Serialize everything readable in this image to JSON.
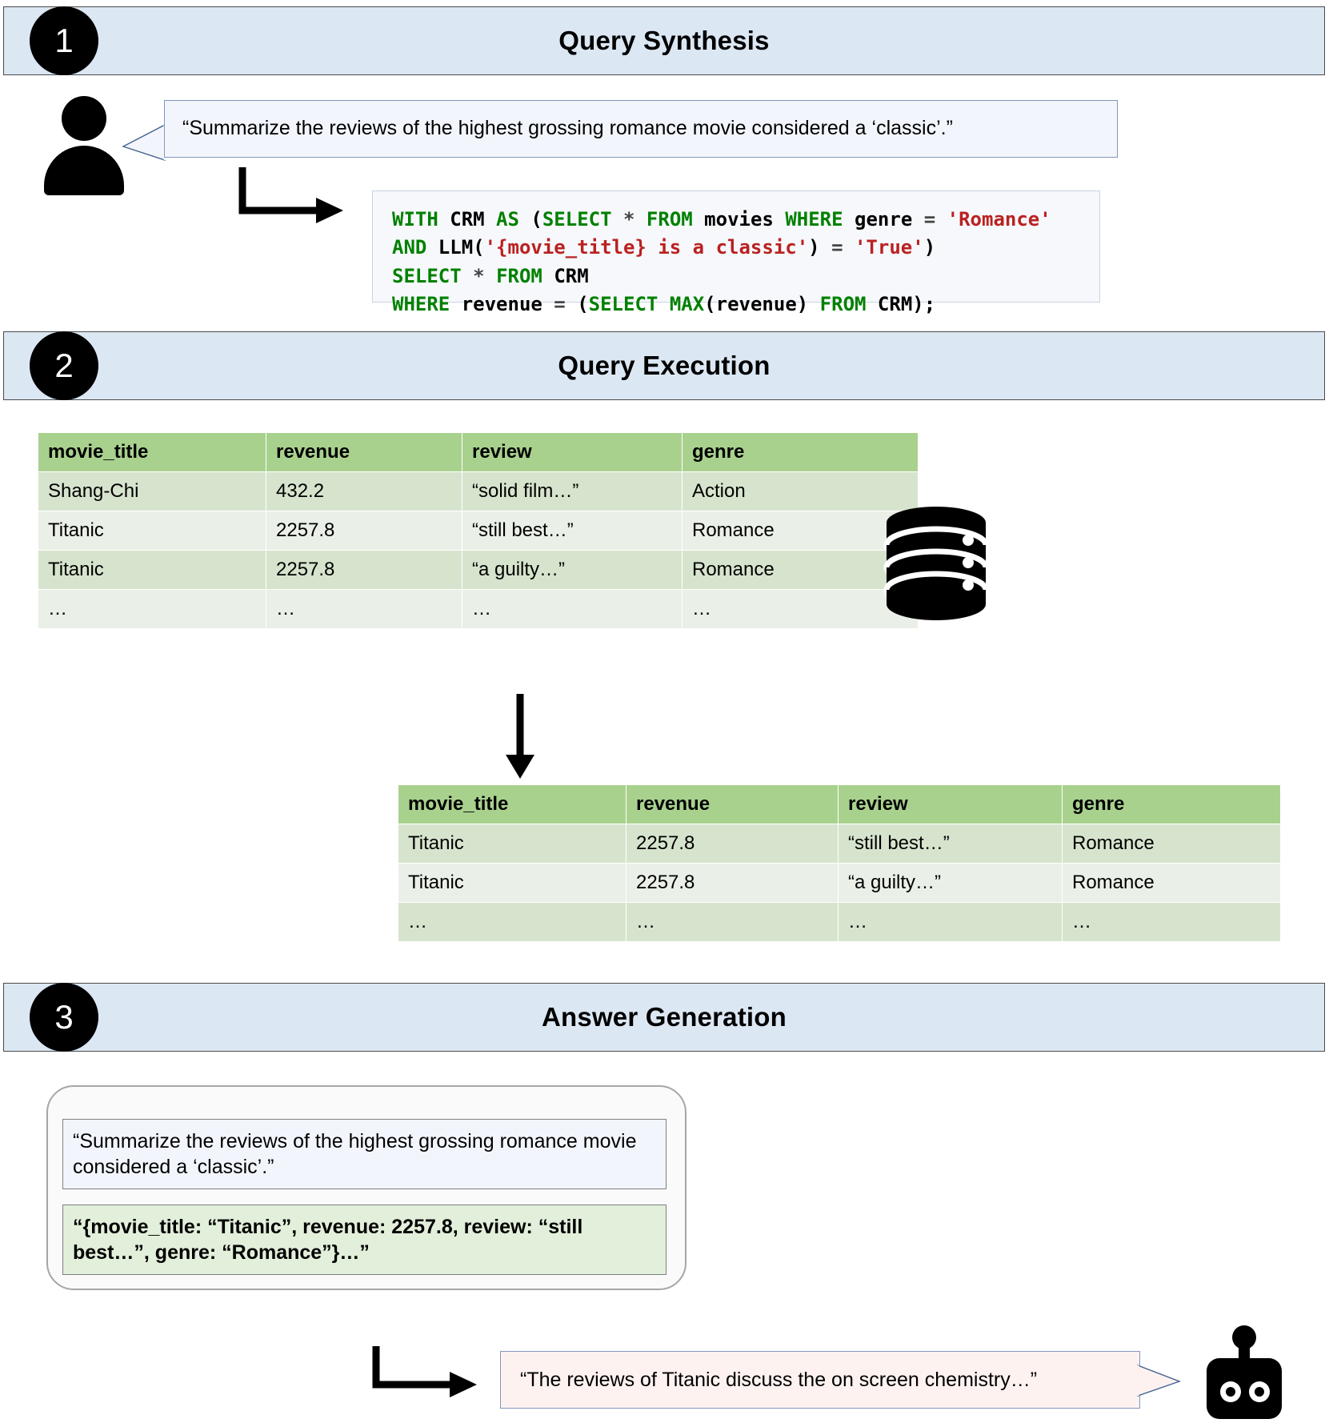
{
  "sections": [
    {
      "number": "1",
      "title": "Query Synthesis"
    },
    {
      "number": "2",
      "title": "Query Execution"
    },
    {
      "number": "3",
      "title": "Answer Generation"
    }
  ],
  "step1": {
    "user_query": "“Summarize the reviews of the highest grossing romance movie considered a ‘classic’.”",
    "sql": {
      "line1": [
        {
          "t": "WITH ",
          "c": "kw"
        },
        {
          "t": "CRM ",
          "c": "id"
        },
        {
          "t": "AS ",
          "c": "kw"
        },
        {
          "t": "(",
          "c": "id"
        },
        {
          "t": "SELECT ",
          "c": "kw"
        },
        {
          "t": "* ",
          "c": "op"
        },
        {
          "t": "FROM ",
          "c": "kw"
        },
        {
          "t": "movies ",
          "c": "id"
        },
        {
          "t": "WHERE ",
          "c": "kw"
        },
        {
          "t": "genre ",
          "c": "id"
        },
        {
          "t": "= ",
          "c": "op"
        },
        {
          "t": "'Romance'",
          "c": "str"
        }
      ],
      "line2": [
        {
          "t": "AND ",
          "c": "kw"
        },
        {
          "t": "LLM(",
          "c": "id"
        },
        {
          "t": "'{movie_title} is a classic'",
          "c": "str"
        },
        {
          "t": ") ",
          "c": "id"
        },
        {
          "t": "= ",
          "c": "op"
        },
        {
          "t": "'True'",
          "c": "str"
        },
        {
          "t": ")",
          "c": "id"
        }
      ],
      "line3": [
        {
          "t": "SELECT ",
          "c": "kw"
        },
        {
          "t": "* ",
          "c": "op"
        },
        {
          "t": "FROM ",
          "c": "kw"
        },
        {
          "t": "CRM",
          "c": "id"
        }
      ],
      "line4": [
        {
          "t": "WHERE ",
          "c": "kw"
        },
        {
          "t": "revenue ",
          "c": "id"
        },
        {
          "t": "= ",
          "c": "op"
        },
        {
          "t": "(",
          "c": "id"
        },
        {
          "t": "SELECT ",
          "c": "kw"
        },
        {
          "t": "MAX",
          "c": "kw"
        },
        {
          "t": "(revenue) ",
          "c": "id"
        },
        {
          "t": "FROM ",
          "c": "kw"
        },
        {
          "t": "CRM);",
          "c": "id"
        }
      ]
    }
  },
  "step2": {
    "source_table": {
      "columns": [
        "movie_title",
        "revenue",
        "review",
        "genre"
      ],
      "rows": [
        [
          "Shang-Chi",
          "432.2",
          "“solid film…”",
          "Action"
        ],
        [
          "Titanic",
          "2257.8",
          "“still best…”",
          "Romance"
        ],
        [
          "Titanic",
          "2257.8",
          "“a guilty…”",
          "Romance"
        ],
        [
          "…",
          "…",
          "…",
          "…"
        ]
      ]
    },
    "result_table": {
      "columns": [
        "movie_title",
        "revenue",
        "review",
        "genre"
      ],
      "rows": [
        [
          "Titanic",
          "2257.8",
          "“still best…”",
          "Romance"
        ],
        [
          "Titanic",
          "2257.8",
          "“a guilty…”",
          "Romance"
        ],
        [
          "…",
          "…",
          "…",
          "…"
        ]
      ]
    },
    "database_icon": "database-cylinder-icon"
  },
  "step3": {
    "prompt_question": "“Summarize the reviews of the highest grossing romance movie considered a ‘classic’.”",
    "prompt_context": "“{movie_title: “Titanic”, revenue: 2257.8, review: “still best…”, genre: “Romance”}…”",
    "final_answer": "“The reviews of Titanic discuss the on screen chemistry…”",
    "robot_icon": "robot-icon"
  },
  "colors": {
    "banner_bg": "#dce7f4",
    "table_header": "#a9d18e",
    "table_row_odd": "#d6e4cd",
    "table_row_even": "#eaf0e7",
    "user_bubble": "#f2f6fc",
    "answer_bubble": "#fdf2f0",
    "context_box": "#e2efda",
    "sql_keyword": "#008000",
    "sql_string": "#ba2121"
  }
}
